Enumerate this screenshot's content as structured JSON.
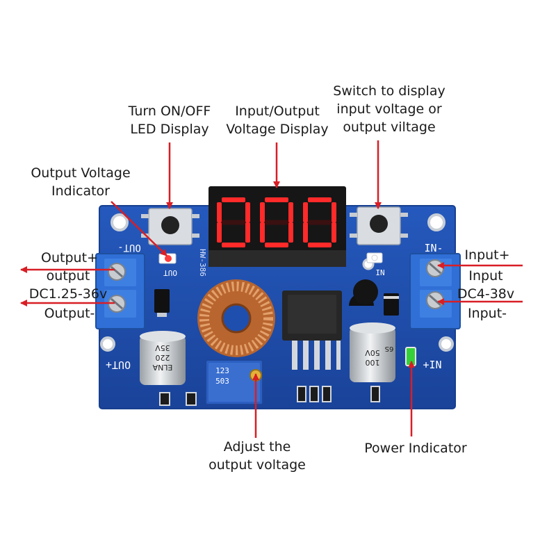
{
  "colors": {
    "pcb": "#1f4fae",
    "pcb_edge": "#173f8f",
    "arrow": "#d81e25",
    "segment": "#ff2a2a",
    "display_body": "#161616",
    "terminal": "#2f6fd6",
    "coil": "#c8743a",
    "power_led": "#36d13a"
  },
  "labels": {
    "led_display_toggle": [
      "Turn ON/OFF",
      "LED Display"
    ],
    "voltage_display": [
      "Input/Output",
      "Voltage Display"
    ],
    "switch_display": [
      "Switch to display",
      "input voltage or",
      "output viltage"
    ],
    "output_indicator": [
      "Output Voltage",
      "Indicator"
    ],
    "output_plus": "Output+",
    "output_range": [
      "output",
      "DC1.25-36v"
    ],
    "output_minus": "Output-",
    "input_plus": "Input+",
    "input_range": [
      "Input",
      "DC4-38v"
    ],
    "input_minus": "Input-",
    "adjust": [
      "Adjust the",
      "output voltage"
    ],
    "power_indicator": "Power Indicator"
  },
  "board": {
    "display_digits": "000",
    "silk_out_top": "OUT-",
    "silk_in_top": "IN-",
    "silk_out_bottom": "OUT+",
    "silk_in_bottom": "+IN",
    "silk_out_led": "OUT",
    "silk_in_led": "IN",
    "silk_model": "HW-386",
    "cap_left_text": [
      "ELNA",
      "220",
      "35V"
    ],
    "cap_right_text": [
      "100",
      "50V",
      "6S"
    ],
    "pot_text": [
      "123",
      "503"
    ]
  }
}
